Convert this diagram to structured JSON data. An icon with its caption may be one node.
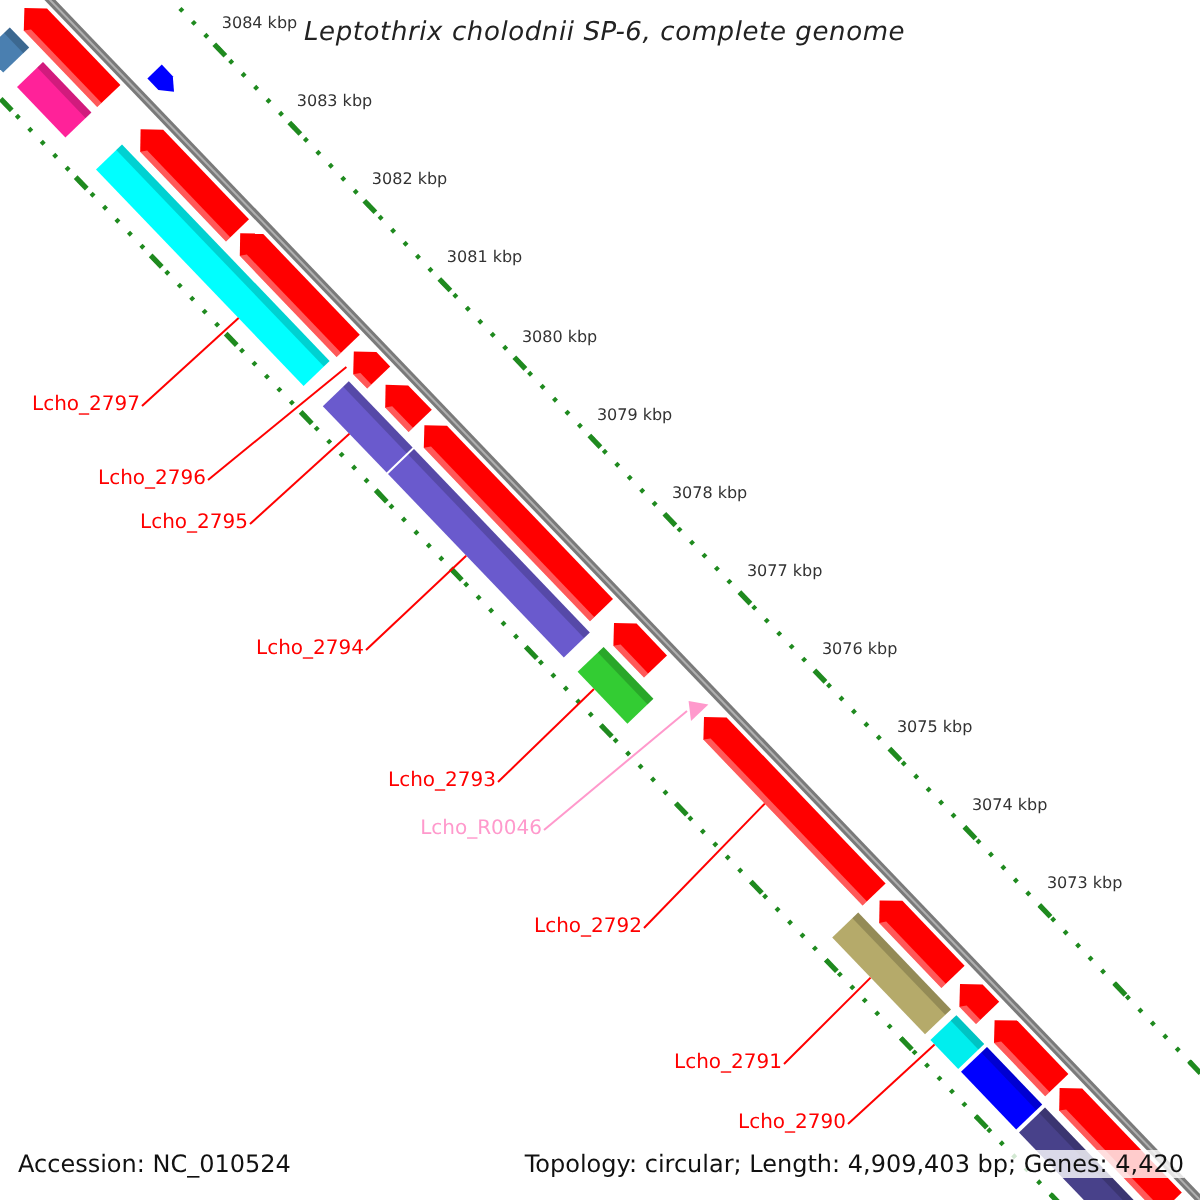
{
  "diagram": {
    "title": "Leptothrix cholodnii SP-6, complete genome",
    "nodes": [
      {
        "text": [
          "Lcho_2797"
        ]
      },
      {
        "text": [
          "Lcho_2796"
        ]
      },
      {
        "text": [
          "Lcho_2795"
        ]
      },
      {
        "text": [
          "Lcho_2794"
        ]
      },
      {
        "text": [
          "Lcho_2793"
        ]
      },
      {
        "text": [
          "Lcho_R0046"
        ]
      },
      {
        "text": [
          "Lcho_2792"
        ]
      },
      {
        "text": [
          "Lcho_2791"
        ]
      },
      {
        "text": [
          "Lcho_2790"
        ]
      },
      {
        "text": [],
        "shape": "bar"
      },
      {
        "text": [],
        "shape": "bar"
      },
      {
        "text": [],
        "shape": "bar"
      },
      {
        "text": [],
        "shape": "pentagon"
      },
      {
        "text": [],
        "shape": "bar"
      },
      {
        "text": [],
        "shape": "bar"
      },
      {
        "text": [],
        "shape": "bar"
      },
      {
        "text": [],
        "shape": "bar"
      },
      {
        "text": [],
        "shape": "bar"
      },
      {
        "text": [],
        "shape": "bar"
      },
      {
        "text": [],
        "shape": "bar"
      },
      {
        "text": [],
        "shape": "bar"
      },
      {
        "text": [],
        "shape": "bar"
      },
      {
        "text": [],
        "shape": "bar"
      },
      {
        "text": [],
        "shape": "triangle"
      },
      {
        "text": [],
        "shape": "bar"
      },
      {
        "text": [],
        "shape": "bar"
      },
      {
        "text": [],
        "shape": "bar"
      },
      {
        "text": [],
        "shape": "bar"
      },
      {
        "text": [],
        "shape": "bar"
      },
      {
        "text": [],
        "shape": "bar"
      },
      {
        "text": [],
        "shape": "bar"
      },
      {
        "text": [],
        "shape": "bar"
      },
      {
        "text": [],
        "shape": "bar"
      }
    ],
    "edges": [
      {
        "from": 0,
        "to": 13,
        "arrow": "none"
      },
      {
        "from": 1,
        "to": 16,
        "arrow": "none"
      },
      {
        "from": 2,
        "to": 17,
        "arrow": "none"
      },
      {
        "from": 3,
        "to": 20,
        "arrow": "none"
      },
      {
        "from": 4,
        "to": 22,
        "arrow": "none"
      },
      {
        "from": 5,
        "to": 23,
        "arrow": "none",
        "color": "#ff99cc"
      },
      {
        "from": 6,
        "to": 24,
        "arrow": "none"
      },
      {
        "from": 7,
        "to": 25,
        "arrow": "none"
      },
      {
        "from": 8,
        "to": 28,
        "arrow": "none"
      }
    ],
    "labels": [
      "3084 kbp",
      "3083 kbp",
      "3082 kbp",
      "3081 kbp",
      "3080 kbp",
      "3079 kbp",
      "3078 kbp",
      "3077 kbp",
      "3076 kbp",
      "3075 kbp",
      "3074 kbp",
      "3073 kbp",
      "Accession: NC_010524",
      "Topology: circular; Length: 4,909,403 bp; Genes: 4,420"
    ]
  }
}
